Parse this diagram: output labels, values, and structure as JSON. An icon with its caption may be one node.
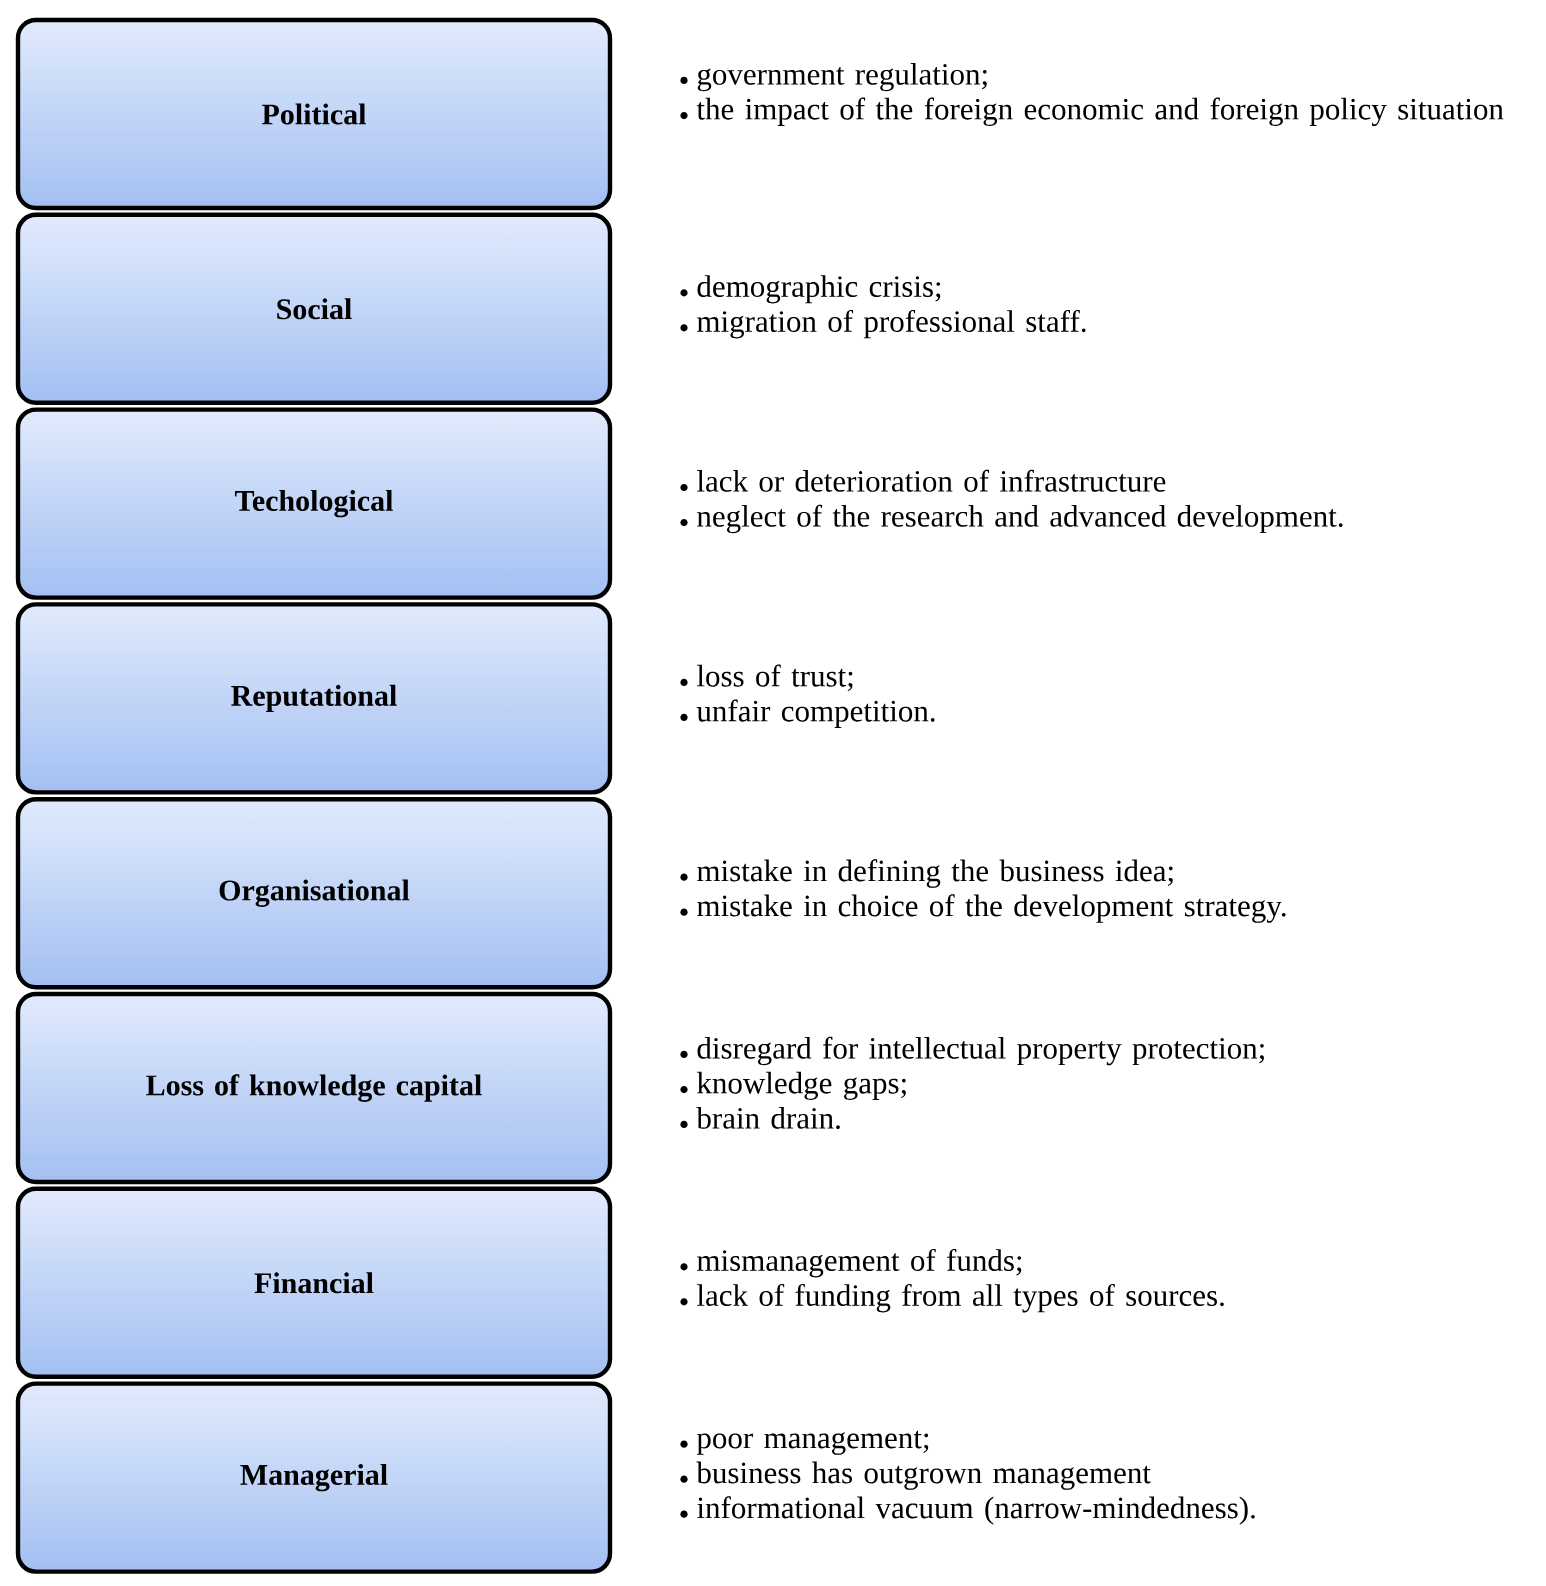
{
  "diagram": {
    "nodes": [
      {
        "text": [
          "Political"
        ],
        "beside": [
          "government regulation;",
          "the impact of the foreign economic and foreign policy situation"
        ]
      },
      {
        "text": [
          "Social"
        ],
        "beside": [
          "demographic crisis;",
          "migration of professional staff."
        ]
      },
      {
        "text": [
          "Techological"
        ],
        "beside": [
          "lack or deterioration of infrastructure",
          "neglect of the research and advanced development."
        ]
      },
      {
        "text": [
          "Reputational"
        ],
        "beside": [
          "loss of trust;",
          "unfair competition."
        ]
      },
      {
        "text": [
          "Organisational"
        ],
        "beside": [
          "mistake in defining the business idea;",
          "mistake in choice of the development strategy."
        ]
      },
      {
        "text": [
          "Loss of knowledge capital"
        ],
        "beside": [
          "disregard for intellectual property protection;",
          "knowledge gaps;",
          "brain drain."
        ]
      },
      {
        "text": [
          "Financial"
        ],
        "beside": [
          "mismanagement of funds;",
          "lack of funding from all types of sources."
        ]
      },
      {
        "text": [
          "Managerial"
        ],
        "beside": [
          "poor management;",
          "business has outgrown management",
          "informational vacuum (narrow-mindedness)."
        ]
      }
    ]
  }
}
